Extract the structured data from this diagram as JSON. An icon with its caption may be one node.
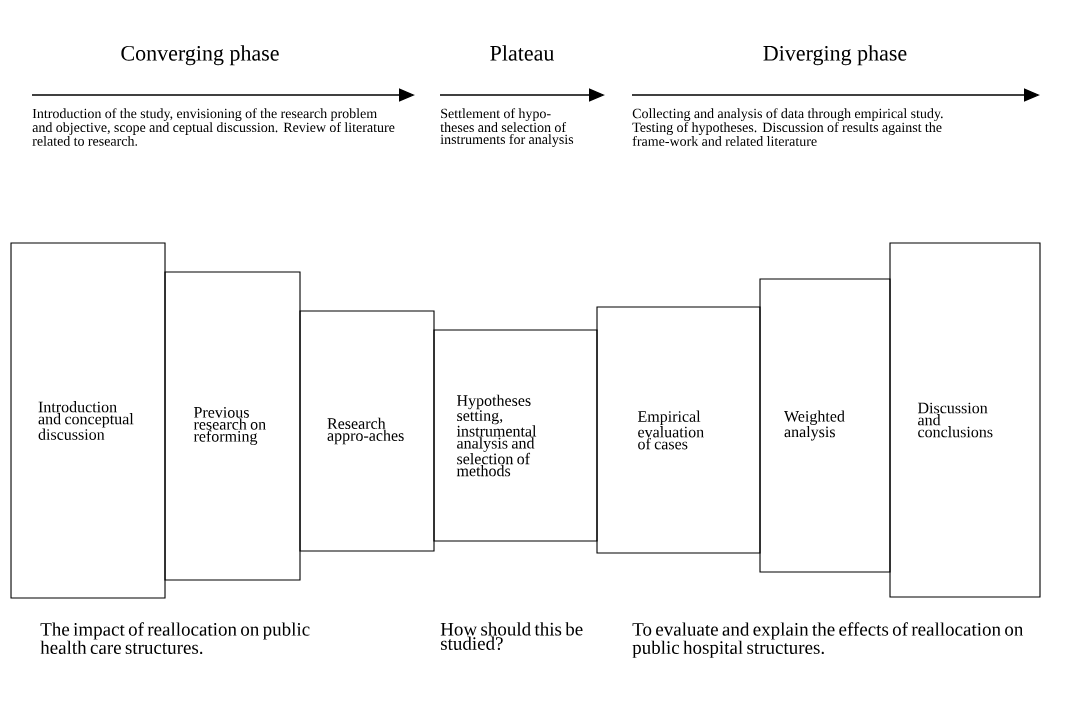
{
  "diagram": {
    "nodes": [
      {
        "text": [
          "Introduction and conceptual discussion"
        ]
      },
      {
        "text": [
          "Previous research on reforming"
        ]
      },
      {
        "text": [
          "Research appro-aches"
        ]
      },
      {
        "text": [
          "Hypotheses setting, instrumental analysis and selection of methods"
        ]
      },
      {
        "text": [
          "Empirical evaluation of cases"
        ]
      },
      {
        "text": [
          "Weighted analysis"
        ]
      },
      {
        "text": [
          "Discussion and conclusions"
        ]
      }
    ],
    "edges": [],
    "labels": [
      "Converging phase",
      "Plateau",
      "Diverging phase",
      "Introduction of the study, envisioning of the research problem and objective, scope and ceptual discussion. Review of literature related to research.",
      "Settlement of hypo-theses and selection of instruments for analysis",
      "Collecting and analysis of data through empirical study. Testing of hypotheses. Discussion of results against the frame-work and related literature",
      "The impact of reallocation on public health care structures.",
      "How should this be studied?",
      "To evaluate and explain the effects of reallocation on public hospital structures."
    ]
  }
}
